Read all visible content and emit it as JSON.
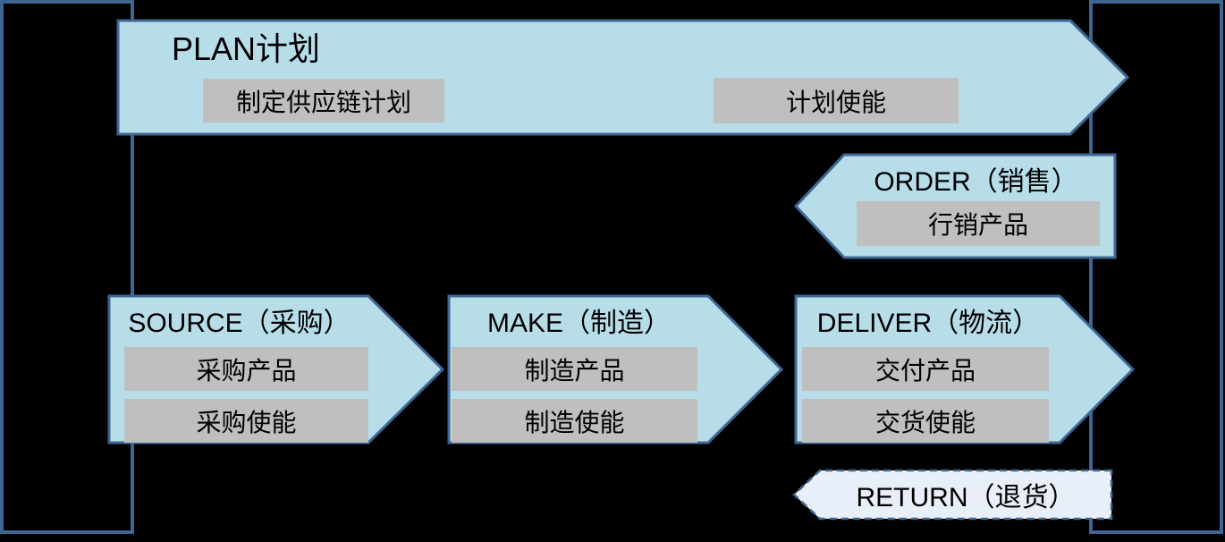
{
  "diagram": {
    "background_color": "#000000",
    "colors": {
      "arrow_fill": "#B7DDE9",
      "arrow_border": "#3E6693",
      "frame_border": "#3F6693",
      "label_box_fill": "#BFBFBF",
      "return_arrow_fill": "#E9EFF8",
      "text": "#000000"
    },
    "plan": {
      "title": "PLAN计划",
      "boxes": [
        "制定供应链计划",
        "计划使能"
      ]
    },
    "order": {
      "title": "ORDER（销售）",
      "boxes": [
        "行销产品"
      ]
    },
    "source": {
      "title": "SOURCE（采购）",
      "boxes": [
        "采购产品",
        "采购使能"
      ]
    },
    "make": {
      "title": "MAKE（制造）",
      "boxes": [
        "制造产品",
        "制造使能"
      ]
    },
    "deliver": {
      "title": "DELIVER（物流）",
      "boxes": [
        "交付产品",
        "交货使能"
      ]
    },
    "return": {
      "title": "RETURN（退货）"
    }
  }
}
